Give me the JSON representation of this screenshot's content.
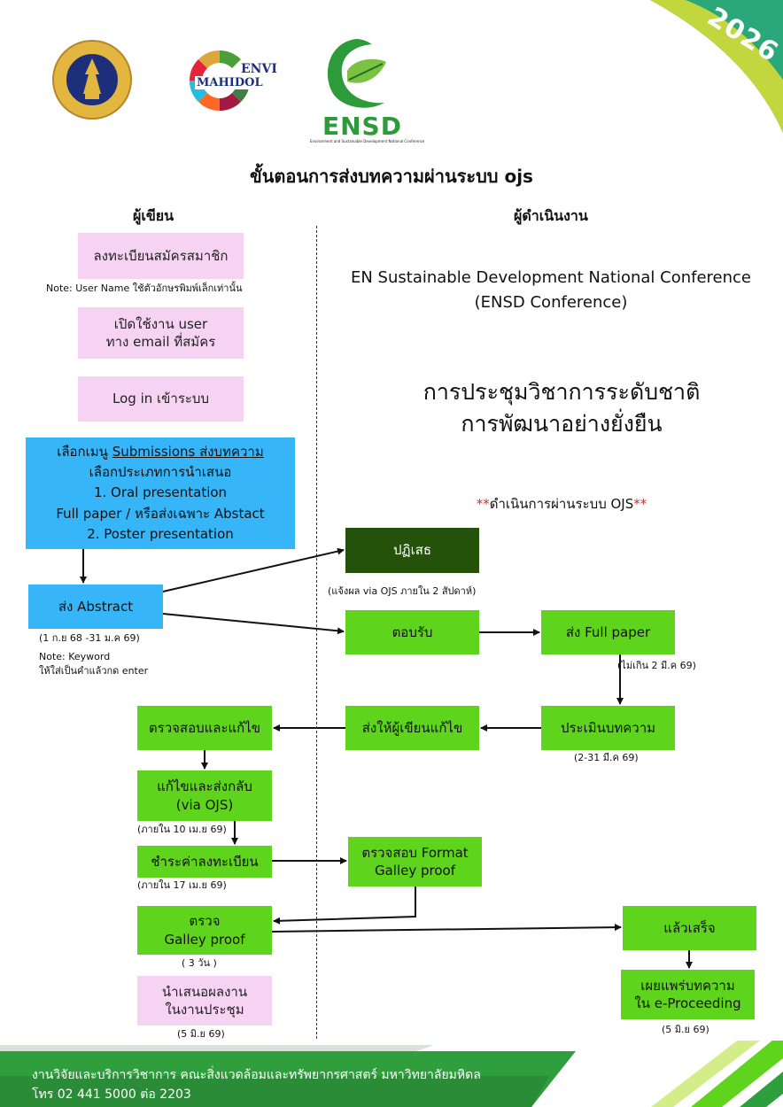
{
  "logos": {
    "mahidol_seal": "Mahidol University seal",
    "envi_mahidol": {
      "line1": "ENVI",
      "line2": "MAHIDOL"
    },
    "ensd": {
      "name": "ENSD",
      "tagline": "Environment and Sustainable Development National Conference"
    }
  },
  "corner_badge": "2026",
  "title": "ขั้นตอนการส่งบทความผ่านระบบ ojs",
  "columns": {
    "author": "ผู้เขียน",
    "organizer": "ผู้ดำเนินงาน"
  },
  "conference": {
    "en_line1": "EN Sustainable Development National Conference",
    "en_line2": "(ENSD Conference)",
    "th_line1": "การประชุมวิชาการระดับชาติ",
    "th_line2": "การพัฒนาอย่างยั่งยืน",
    "ojs_prefix": "**",
    "ojs_text": "ดำเนินการผ่านระบบ OJS",
    "ojs_suffix": "**"
  },
  "author_steps": {
    "register": "ลงทะเบียนสมัครสมาชิก",
    "register_note": "Note: User Name ใช้ตัวอักษรพิมพ์เล็กเท่านั้น",
    "activate_line1": "เปิดใช้งาน user",
    "activate_line2": "ทาง email ที่สมัคร",
    "login": "Log in เข้าระบบ",
    "menu_prefix": "เลือกเมนู ",
    "menu_link": "Submissions ส่งบทความ",
    "menu_line2": "เลือกประเภทการนำเสนอ",
    "menu_line3": "1. Oral presentation",
    "menu_line4": "Full paper / หรือส่งเฉพาะ Abstact",
    "menu_line5": "2. Poster presentation",
    "send_abstract": "ส่ง Abstract",
    "abstract_date": "(1 ก.ย 68 -31 ม.ค 69)",
    "keyword_note1": "Note: Keyword",
    "keyword_note2": "ให้ใส่เป็นคำแล้วกด enter",
    "check_revise": "ตรวจสอบและแก้ไข",
    "revise_line1": "แก้ไขและส่งกลับ",
    "revise_line2": "(via OJS)",
    "revise_date": "(ภายใน 10 เม.ย 69)",
    "pay": "ชำระค่าลงทะเบียน",
    "pay_date": "(ภายใน 17 เม.ย 69)",
    "galley_line1": "ตรวจ",
    "galley_line2": "Galley proof",
    "galley_days": "( 3 วัน )",
    "present_line1": "นำเสนอผลงาน",
    "present_line2": "ในงานประชุม",
    "present_date": "(5 มิ.ย 69)"
  },
  "organizer_steps": {
    "reject": "ปฏิเสธ",
    "reject_note": "(แจ้งผล via OJS ภายใน 2 สัปดาห์)",
    "accept": "ตอบรับ",
    "send_full": "ส่ง Full paper",
    "full_date": "(ไม่เกิน 2 มี.ค 69)",
    "review": "ประเมินบทความ",
    "review_date": "(2-31 มี.ค 69)",
    "return_author": "ส่งให้ผู้เขียนแก้ไข",
    "format_line1": "ตรวจสอบ Format",
    "format_line2": "Galley proof",
    "done": "แล้วเสร็จ",
    "publish_line1": "เผยแพร่บทความ",
    "publish_line2": "ใน e-Proceeding",
    "publish_date": "(5 มิ.ย 69)"
  },
  "footer": {
    "line1": "งานวิจัยและบริการวิชาการ คณะสิ่งแวดล้อมและทรัพยากรศาสตร์ มหาวิทยาลัยมหิดล",
    "line2": "โทร 02 441 5000 ต่อ 2203"
  },
  "colors": {
    "pink": "#f7d3f3",
    "green": "#5fd41c",
    "blue": "#36b6f8",
    "dark_green": "#24520a",
    "accent_red": "#e0242c"
  }
}
